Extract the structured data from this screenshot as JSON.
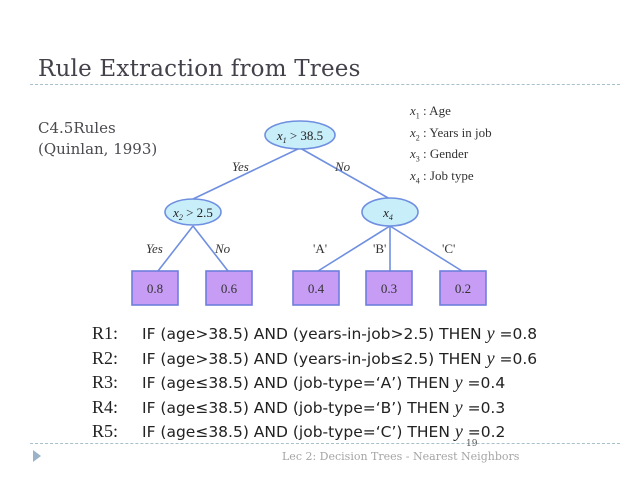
{
  "slide": {
    "title": "Rule Extraction from Trees",
    "subtitle_line1": "C4.5Rules",
    "subtitle_line2": "(Quinlan, 1993)"
  },
  "legend": [
    {
      "var": "x",
      "sub": "1",
      "label": ": Age"
    },
    {
      "var": "x",
      "sub": "2",
      "label": ": Years in job"
    },
    {
      "var": "x",
      "sub": "3",
      "label": ": Gender"
    },
    {
      "var": "x",
      "sub": "4",
      "label": ": Job type"
    }
  ],
  "tree": {
    "root": {
      "label": "x",
      "sub": "1",
      "cond": " > 38.5"
    },
    "left_edge": "Yes",
    "right_edge": "No",
    "left_node": {
      "label": "x",
      "sub": "2",
      "cond": " > 2.5"
    },
    "right_node": {
      "label": "x",
      "sub": "4",
      "cond": ""
    },
    "left_node_edges": [
      "Yes",
      "No"
    ],
    "right_node_edges": [
      "'A'",
      "'B'",
      "'C'"
    ],
    "leaves": [
      "0.8",
      "0.6",
      "0.4",
      "0.3",
      "0.2"
    ],
    "colors": {
      "node_fill": "#c8eefa",
      "node_stroke": "#6f8fe0",
      "leaf_fill": "#c79cf5",
      "leaf_stroke": "#6f7fdc",
      "edge": "#6f8fe0"
    }
  },
  "rules": [
    {
      "id": "R1:",
      "text": "IF (age>38.5) AND (years-in-job>2.5) THEN ",
      "y": "y",
      "value": " =0.8"
    },
    {
      "id": "R2:",
      "text": "IF (age>38.5) AND (years-in-job≤2.5) THEN ",
      "y": "y",
      "value": " =0.6"
    },
    {
      "id": "R3:",
      "text": "IF (age≤38.5) AND (job-type=‘A’) THEN ",
      "y": "y",
      "value": " =0.4"
    },
    {
      "id": "R4:",
      "text": "IF (age≤38.5) AND (job-type=‘B’) THEN ",
      "y": "y",
      "value": " =0.3"
    },
    {
      "id": "R5:",
      "text": "IF (age≤38.5) AND (job-type=‘C’) THEN ",
      "y": "y",
      "value": " =0.2"
    }
  ],
  "footer": {
    "page_number": "19",
    "text": "Lec 2: Decision Trees - Nearest Neighbors"
  }
}
